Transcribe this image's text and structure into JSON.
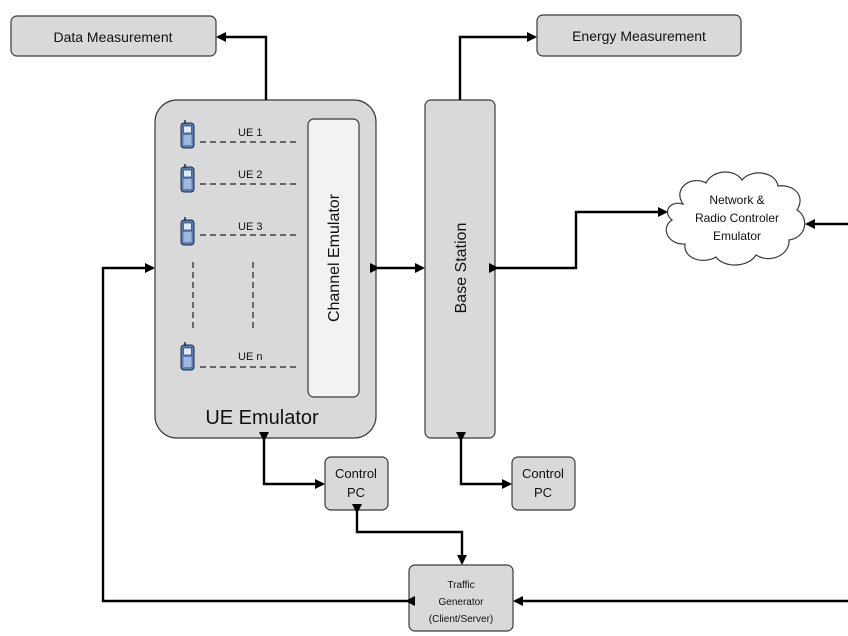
{
  "nodes": {
    "data_measurement": "Data Measurement",
    "energy_measurement": "Energy Measurement",
    "ue_emulator": "UE Emulator",
    "channel_emulator": "Channel Emulator",
    "base_station": "Base Station",
    "network_controller": [
      "Network &",
      "Radio Controler",
      "Emulator"
    ],
    "control_pc_1": [
      "Control",
      "PC"
    ],
    "control_pc_2": [
      "Control",
      "PC"
    ],
    "traffic_generator": [
      "Traffic",
      "Generator",
      "(Client/Server)"
    ]
  },
  "ues": [
    "UE 1",
    "UE 2",
    "UE 3",
    "UE n"
  ],
  "icons": [
    "mobile-phone-icon"
  ],
  "colors": {
    "box_fill": "#d9d9d9",
    "inner_fill": "#f2f2f2",
    "phone_blue": "#5b7fb4"
  }
}
